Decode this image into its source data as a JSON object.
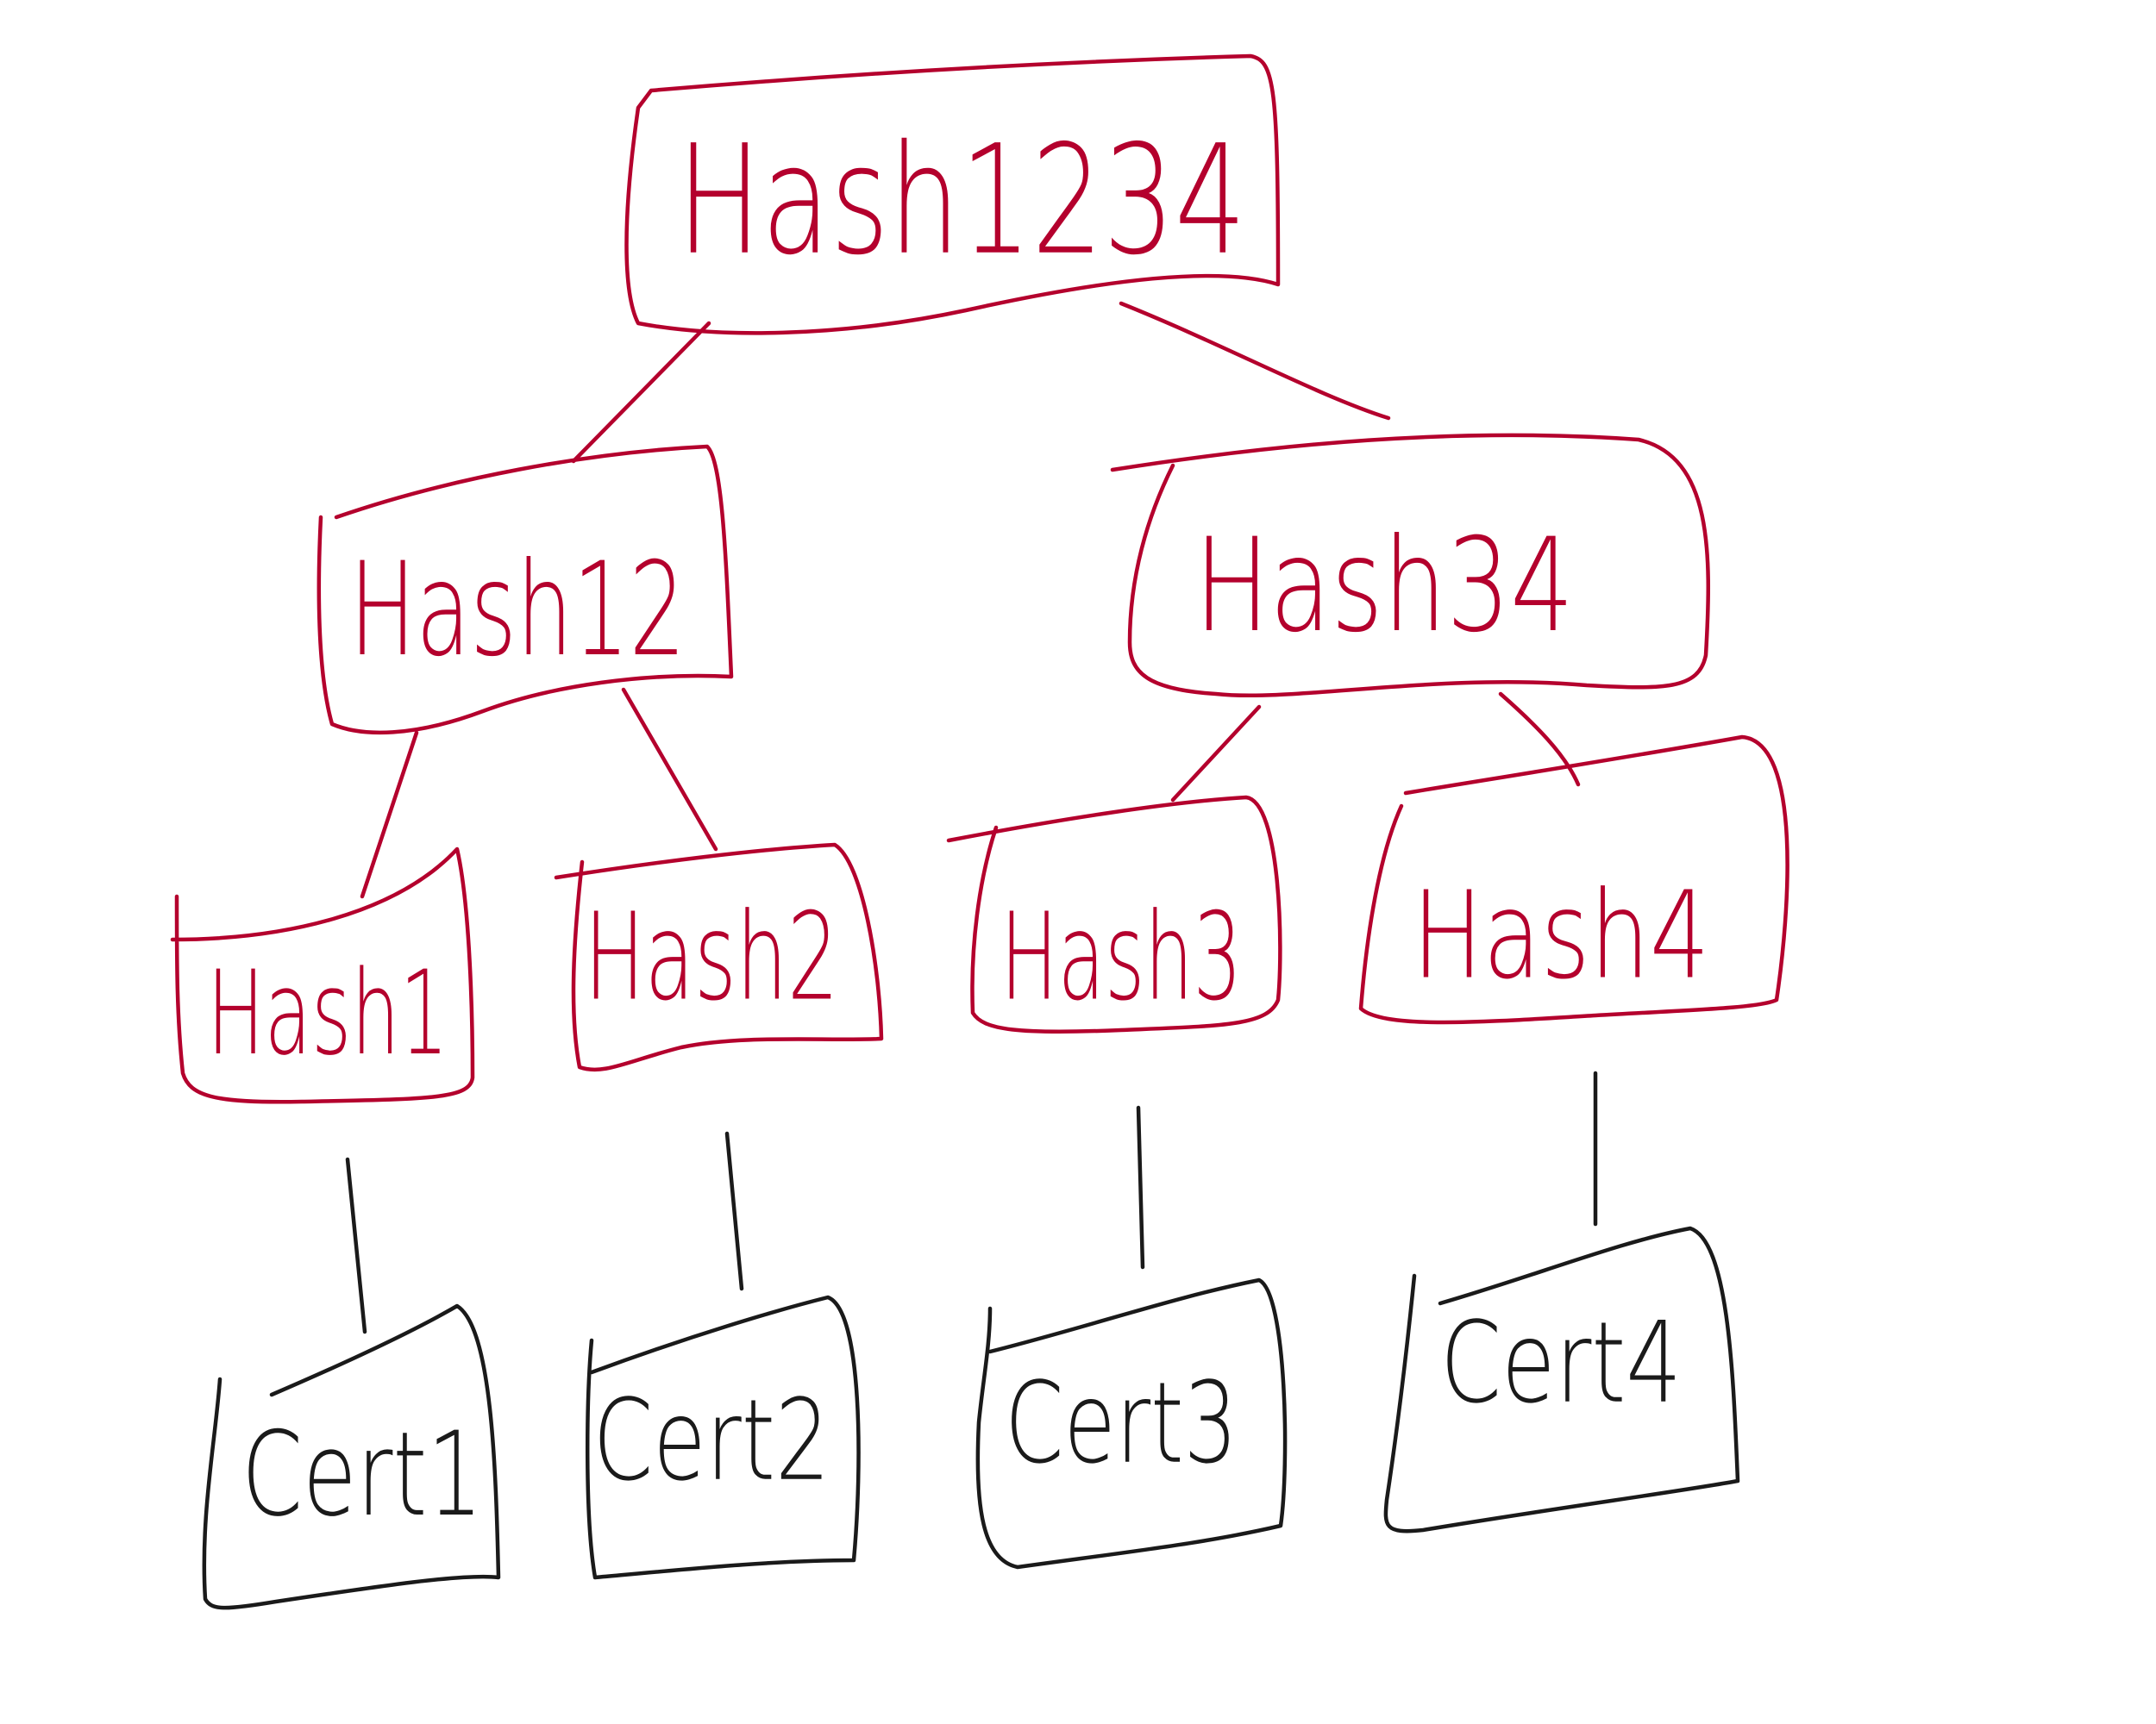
{
  "colors": {
    "hash": "#b4002d",
    "cert": "#1a1a1a",
    "background": "#ffffff"
  },
  "nodes": {
    "hash1234": {
      "label": "Hash1234"
    },
    "hash12": {
      "label": "Hash12"
    },
    "hash34": {
      "label": "Hash34"
    },
    "hash1": {
      "label": "Hash1"
    },
    "hash2": {
      "label": "Hash2"
    },
    "hash3": {
      "label": "Hash3"
    },
    "hash4": {
      "label": "Hash4"
    },
    "cert1": {
      "label": "Cert1"
    },
    "cert2": {
      "label": "Cert2"
    },
    "cert3": {
      "label": "Cert3"
    },
    "cert4": {
      "label": "Cert4"
    }
  },
  "edges": [
    {
      "from": "hash1234",
      "to": "hash12"
    },
    {
      "from": "hash1234",
      "to": "hash34"
    },
    {
      "from": "hash12",
      "to": "hash1"
    },
    {
      "from": "hash12",
      "to": "hash2"
    },
    {
      "from": "hash34",
      "to": "hash3"
    },
    {
      "from": "hash34",
      "to": "hash4"
    },
    {
      "from": "hash1",
      "to": "cert1"
    },
    {
      "from": "hash2",
      "to": "cert2"
    },
    {
      "from": "hash3",
      "to": "cert3"
    },
    {
      "from": "hash4",
      "to": "cert4"
    }
  ]
}
